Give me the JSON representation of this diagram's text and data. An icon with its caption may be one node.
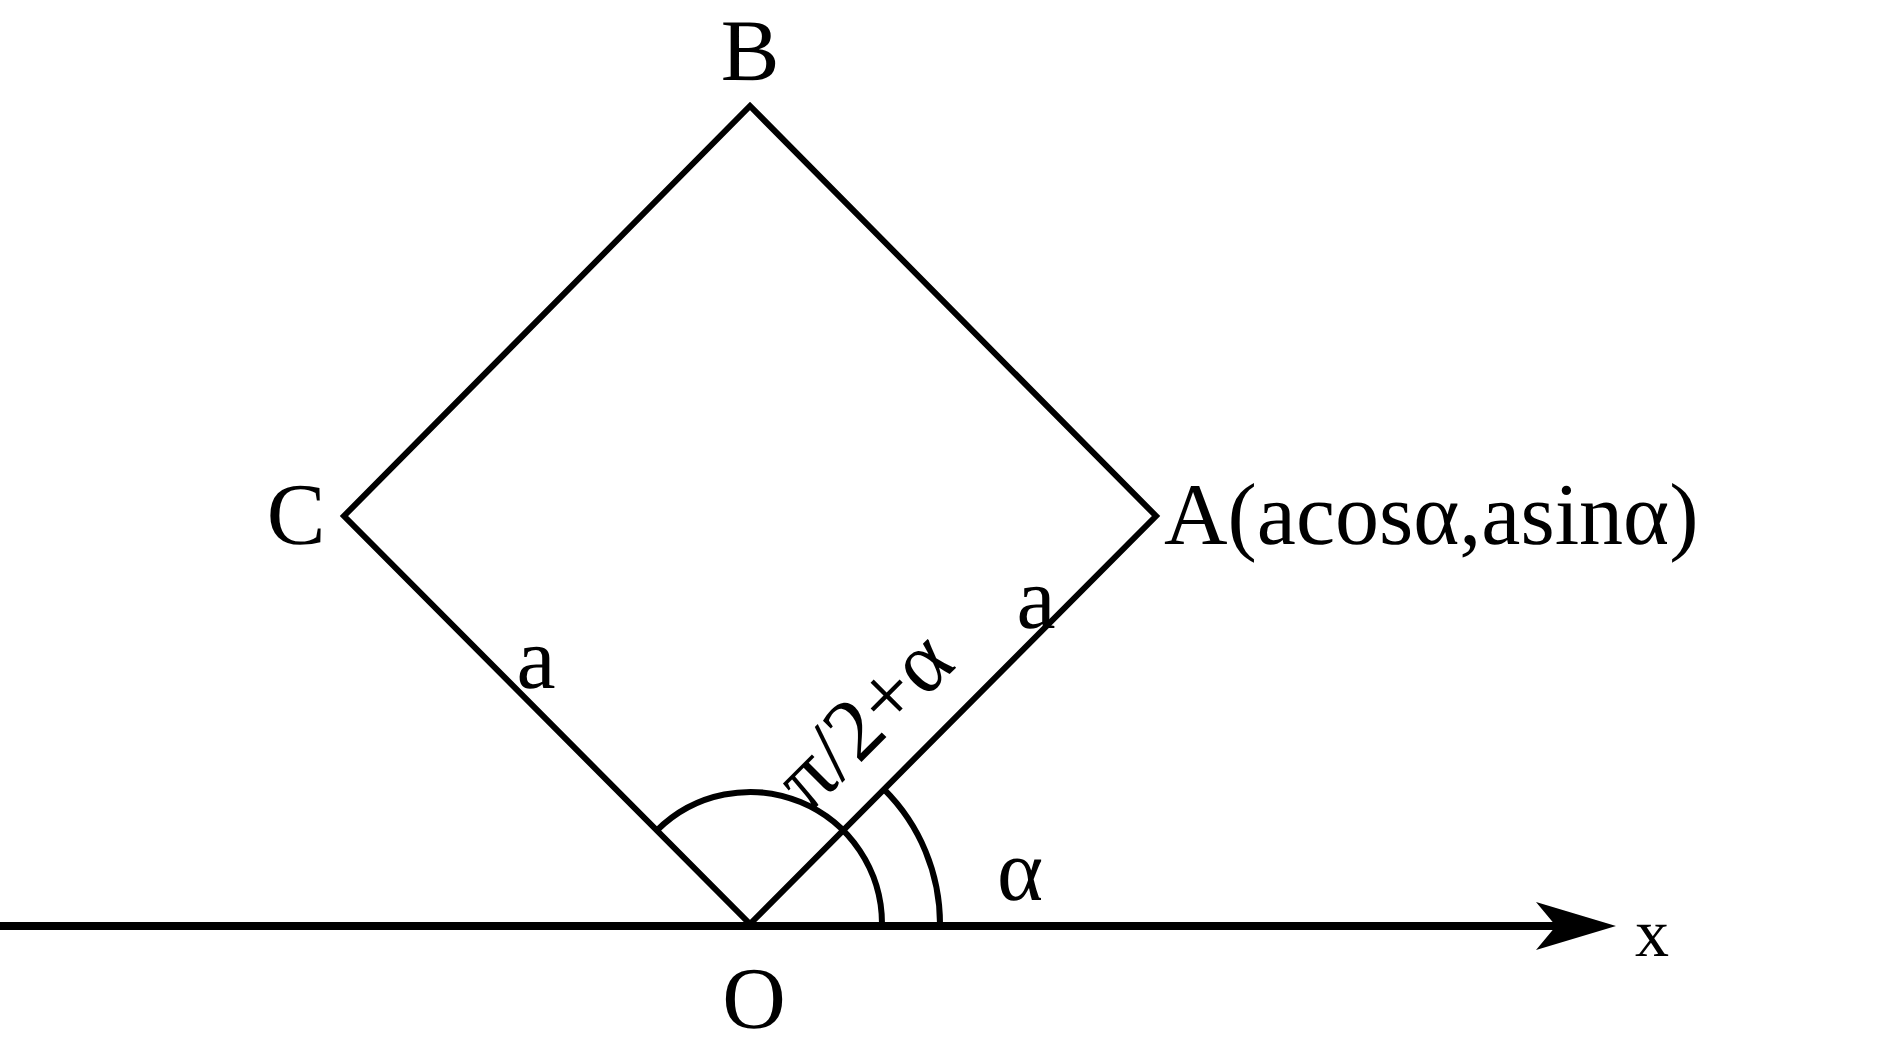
{
  "diagram": {
    "labels": [
      "B",
      "C",
      "A(acosα,asinα)",
      "a",
      "a",
      "π/2+α",
      "α",
      "O",
      "x"
    ]
  }
}
